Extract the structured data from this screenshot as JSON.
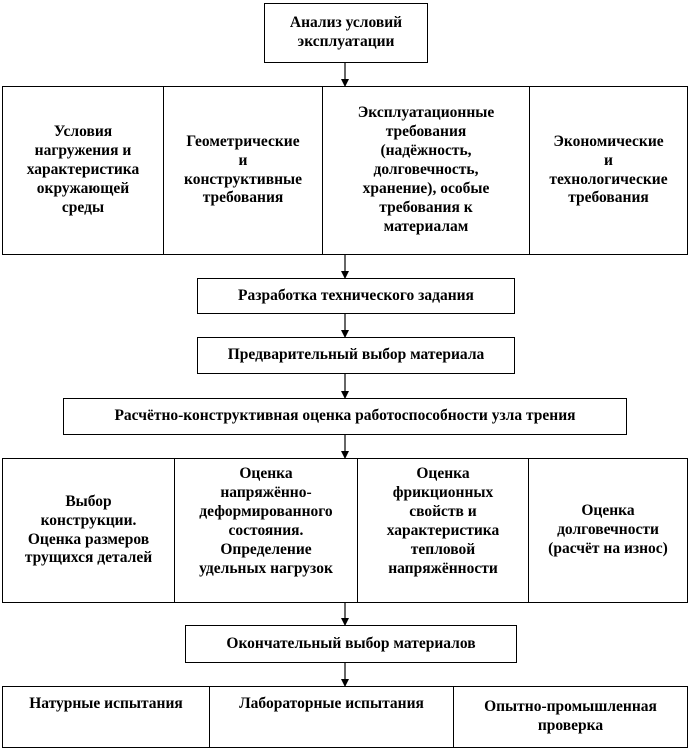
{
  "analysis": "Анализ условий\nэксплуатации",
  "requirements": [
    "Условия\nнагружения и\nхарактеристика\nокружающей\nсреды",
    "Геометрические\nи\nконструктивные\nтребования",
    "Эксплуатационные\nтребования\n(надёжность,\nдолговечность,\nхранение), особые\nтребования к\nматериалам",
    "Экономические\nи\nтехнологические\nтребования"
  ],
  "tech_task": "Разработка технического задания",
  "preliminary_choice": "Предварительный выбор материала",
  "calc_assessment": "Расчётно-конструктивная оценка работоспособности узла трения",
  "assessments": [
    "Выбор\nконструкции.\nОценка размеров\nтрущихся деталей",
    "Оценка\nнапряжённо-\nдеформированного\nсостояния.\nОпределение\nудельных нагрузок",
    "Оценка\nфрикционных\nсвойств и\nхарактеристика\nтепловой\nнапряжённости",
    "Оценка\nдолговечности\n(расчёт на износ)"
  ],
  "final_choice": "Окончательный выбор материалов",
  "tests": [
    "Натурные испытания",
    "Лабораторные испытания",
    "Опытно-промышленная\nпроверка"
  ]
}
